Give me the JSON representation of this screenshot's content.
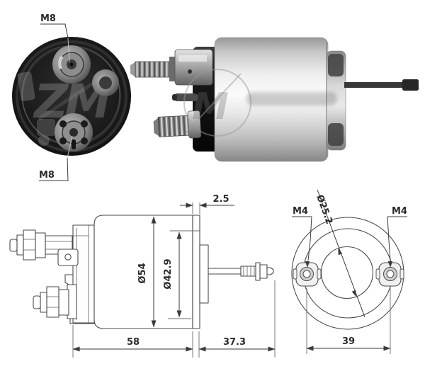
{
  "watermark": {
    "brand": "ZM",
    "photo_letter": "M"
  },
  "rear_view": {
    "top_terminal_label": "M8",
    "bottom_terminal_label": "M8"
  },
  "side_view": {
    "flange_thickness": "2.5",
    "outer_diameter": "Ø54",
    "inner_diameter": "Ø42.9",
    "body_length": "58",
    "shaft_length": "37.3"
  },
  "front_view": {
    "bore_diameter": "Ø25.2",
    "left_hole_thread": "M4",
    "right_hole_thread": "M4",
    "hole_spacing": "39"
  },
  "colors": {
    "line": "#3a3a3a",
    "text": "#2b2b2b",
    "background": "#ffffff",
    "cap_black": "#161616",
    "metal_light": "#ececec",
    "metal_dark": "#8f8f8f"
  }
}
